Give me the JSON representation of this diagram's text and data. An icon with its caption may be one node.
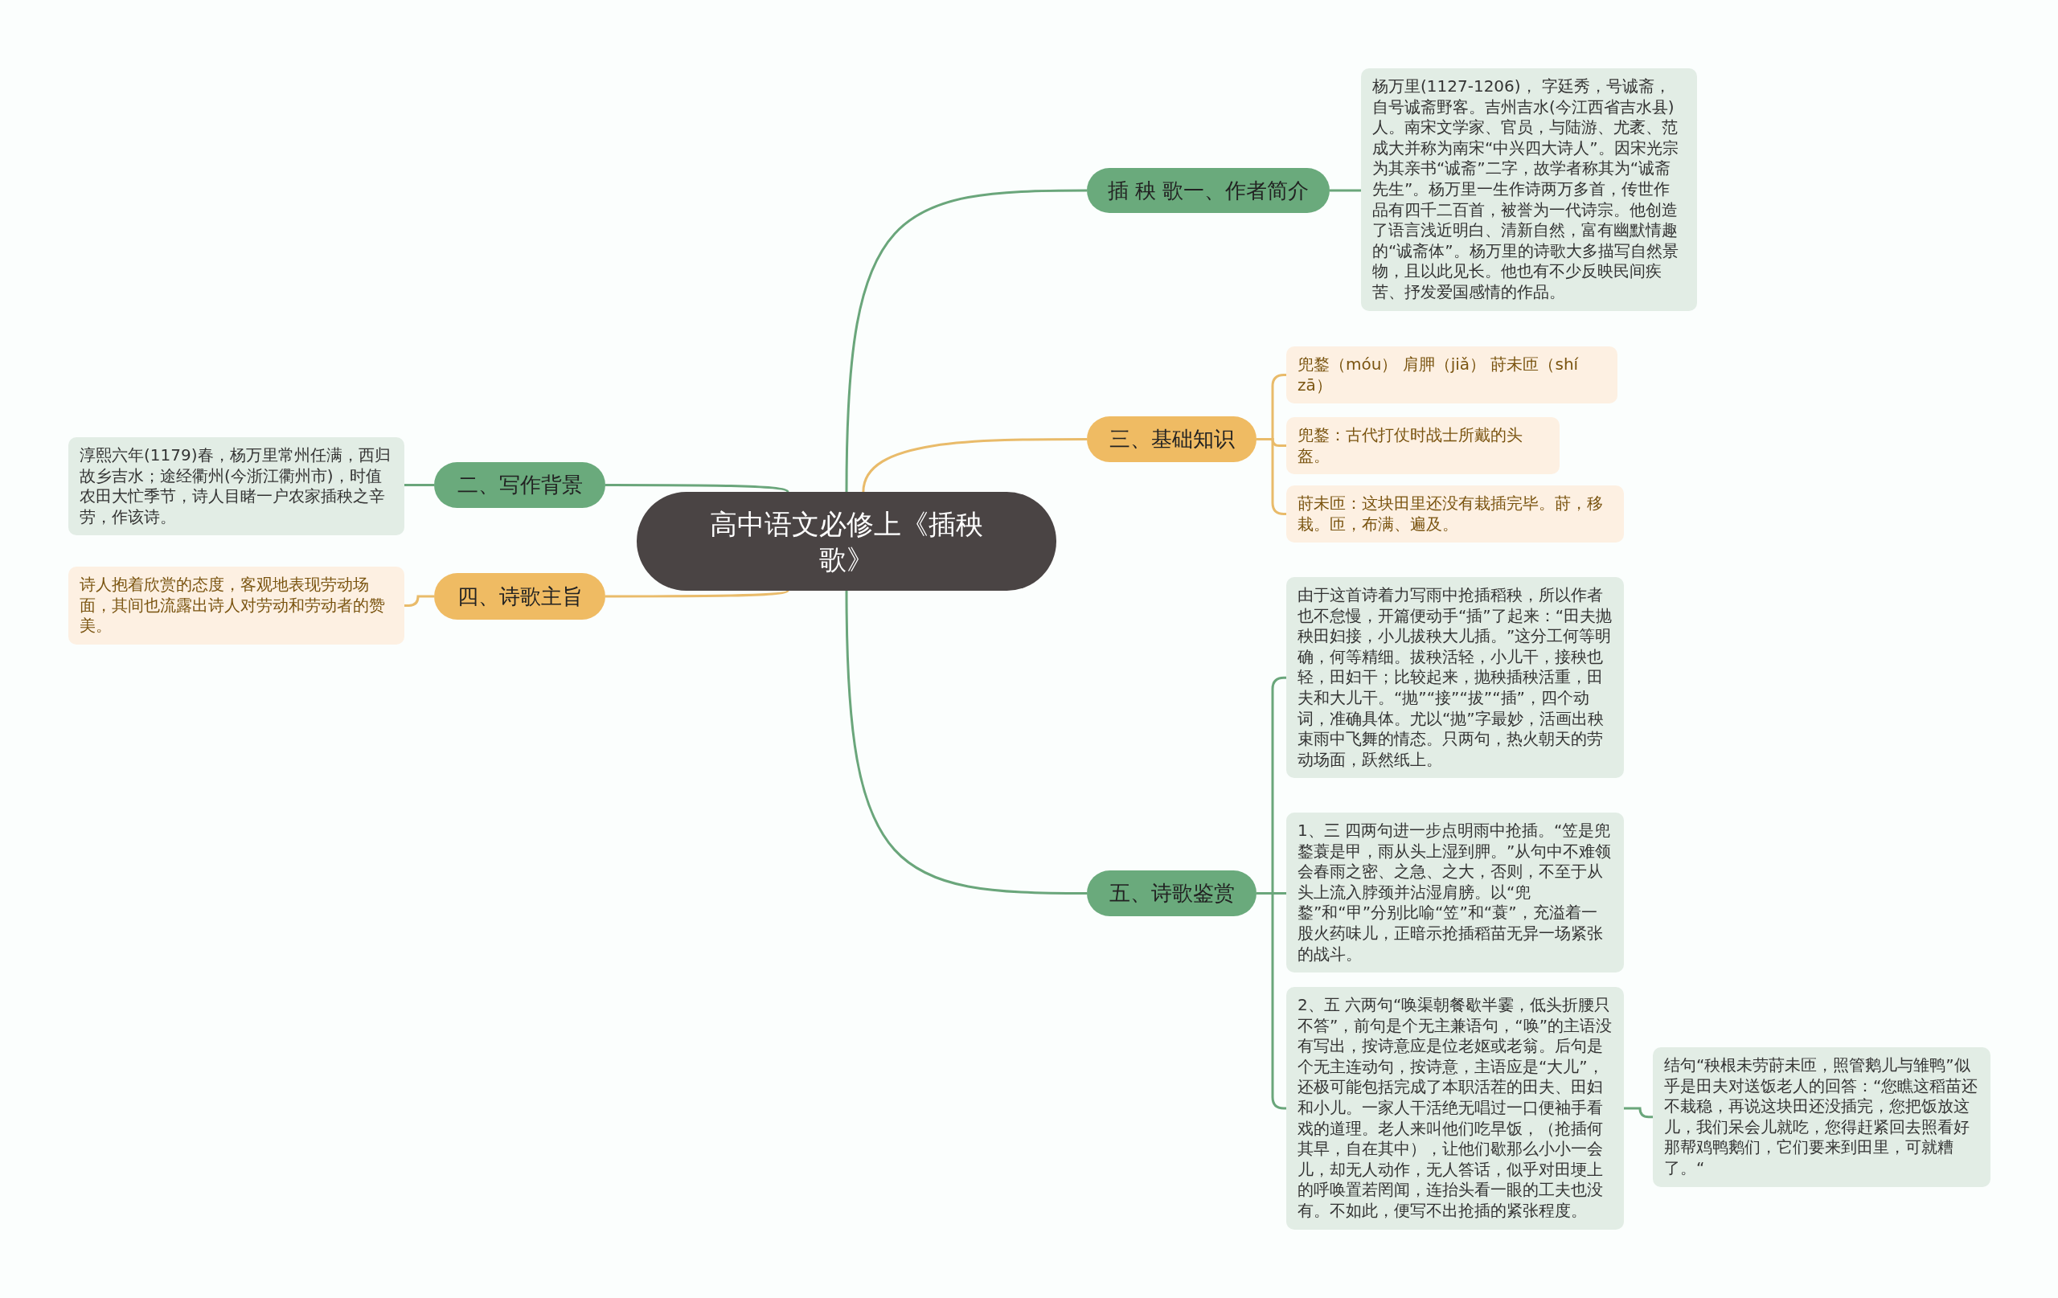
{
  "diagram": {
    "nodes": [
      {
        "text": [
          "高中语文必修上《插秧歌》"
        ]
      },
      {
        "text": [
          "插 秧 歌一、作者简介"
        ]
      },
      {
        "text": [
          "杨万里(1127-1206)， 字廷秀，号诚斋，自号诚斋野客。吉州吉水(今江西省吉水县)人。南宋文学家、官员，与陆游、尤袤、范成大并称为南宋“中兴四大诗人”。因宋光宗为其亲书“诚斋”二字，故学者称其为“诚斋先生”。杨万里一生作诗两万多首，传世作品有四千二百首，被誉为一代诗宗。他创造了语言浅近明白、清新自然，富有幽默情趣的“诚斋体”。杨万里的诗歌大多描写自然景物，且以此见长。他也有不少反映民间疾苦、抒发爱国感情的作品。"
        ]
      },
      {
        "text": [
          "二、写作背景"
        ]
      },
      {
        "text": [
          "淳熙六年(1179)春，杨万里常州任满，西归故乡吉水；途经衢州(今浙江衢州市)，时值农田大忙季节，诗人目睹一户农家插秧之辛劳，作该诗。"
        ]
      },
      {
        "text": [
          "三、基础知识"
        ]
      },
      {
        "text": [
          "兜鍪（móu） 肩胛（jiǎ） 莳未匝（shí zā）"
        ]
      },
      {
        "text": [
          "兜鍪：古代打仗时战士所戴的头盔。"
        ]
      },
      {
        "text": [
          "莳未匝：这块田里还没有栽插完毕。莳，移栽。匝，布满、遍及。"
        ]
      },
      {
        "text": [
          "四、诗歌主旨"
        ]
      },
      {
        "text": [
          "诗人抱着欣赏的态度，客观地表现劳动场面，其间也流露出诗人对劳动和劳动者的赞美。"
        ]
      },
      {
        "text": [
          "五、诗歌鉴赏"
        ]
      },
      {
        "text": [
          "由于这首诗着力写雨中抢插稻秧，所以作者也不怠慢，开篇便动手“插”了起来：“田夫抛秧田妇接，小儿拔秧大儿插。”这分工何等明确，何等精细。拔秧活轻，小儿干，接秧也轻，田妇干；比较起来，抛秧插秧活重，田夫和大儿干。“抛”“接”“拔”“插”，四个动词，准确具体。尤以“抛”字最妙，活画出秧束雨中飞舞的情态。只两句，热火朝天的劳动场面，跃然纸上。"
        ]
      },
      {
        "text": [
          "1、三 四两句进一步点明雨中抢插。“笠是兜鍪蓑是甲，雨从头上湿到胛。”从句中不难领会春雨之密、之急、之大，否则，不至于从头上流入脖颈并沾湿肩膀。以“兜鍪”和“甲”分别比喻“笠”和“蓑”，充溢着一股火药味儿，正暗示抢插稻苗无异一场紧张的战斗。"
        ]
      },
      {
        "text": [
          "2、五 六两句“唤渠朝餐歇半霎，低头折腰只不答”，前句是个无主兼语句，“唤”的主语没有写出，按诗意应是位老妪或老翁。后句是个无主连动句，按诗意，主语应是“大儿”，还极可能包括完成了本职活茬的田夫、田妇和小儿。一家人干活绝无唱过一口便袖手看戏的道理。老人来叫他们吃早饭，（抢插何其早，自在其中），让他们歇那么小小一会儿，却无人动作，无人答话，似乎对田埂上的呼唤置若罔闻，连抬头看一眼的工夫也没有。不如此，便写不出抢插的紧张程度。"
        ]
      },
      {
        "text": [
          "结句“秧根未劳莳未匝，照管鹅儿与雏鸭”似乎是田夫对送饭老人的回答：“您瞧这稻苗还不栽稳，再说这块田还没插完，您把饭放这儿，我们呆会儿就吃，您得赶紧回去照看好那帮鸡鸭鹅们，它们要来到田里，可就糟了。“"
        ]
      }
    ],
    "edges": [
      {
        "from": 0,
        "to": 1,
        "arrow": "none"
      },
      {
        "from": 1,
        "to": 2,
        "arrow": "none"
      },
      {
        "from": 0,
        "to": 3,
        "arrow": "none"
      },
      {
        "from": 3,
        "to": 4,
        "arrow": "none"
      },
      {
        "from": 0,
        "to": 5,
        "arrow": "none",
        "color": "#e9bb6a"
      },
      {
        "from": 5,
        "to": 6,
        "arrow": "none",
        "color": "#e9bb6a"
      },
      {
        "from": 5,
        "to": 7,
        "arrow": "none",
        "color": "#e9bb6a"
      },
      {
        "from": 5,
        "to": 8,
        "arrow": "none",
        "color": "#e9bb6a"
      },
      {
        "from": 0,
        "to": 9,
        "arrow": "none",
        "color": "#e9bb6a"
      },
      {
        "from": 9,
        "to": 10,
        "arrow": "none",
        "color": "#e9bb6a"
      },
      {
        "from": 0,
        "to": 11,
        "arrow": "none"
      },
      {
        "from": 11,
        "to": 12,
        "arrow": "none"
      },
      {
        "from": 11,
        "to": 13,
        "arrow": "none"
      },
      {
        "from": 11,
        "to": 14,
        "arrow": "none"
      },
      {
        "from": 14,
        "to": 15,
        "arrow": "none"
      }
    ]
  }
}
